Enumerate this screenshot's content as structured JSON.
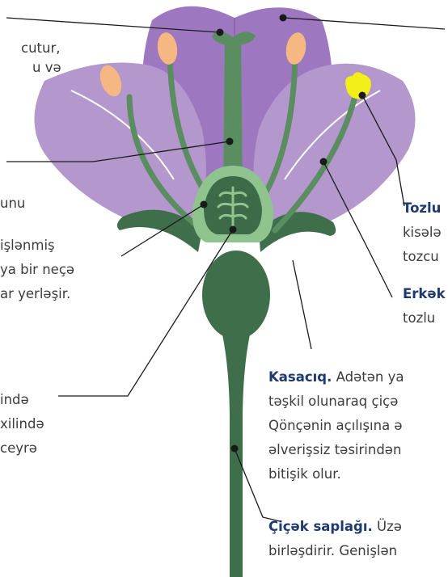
{
  "left_fragments": {
    "a1": "cutur,",
    "a2": "u və",
    "b1": "unu",
    "c1": "işlənmiş",
    "c2": "ya bir neçə",
    "c3": "ar yerləşir.",
    "d1": "ində",
    "d2": "xilində",
    "d3": "ceyrə"
  },
  "right_fragments": {
    "tozlu_title": "Tozlu",
    "tozlu_l2": "kisələ",
    "tozlu_l3": "tozcu",
    "erkek_title": "Erkək",
    "erkek_l2": "tozlu",
    "kasaciq_title": "Kasacıq.",
    "kasaciq_l1": "Adətən ya",
    "kasaciq_l2": "təşkil olunaraq çiçə",
    "kasaciq_l3": "Qönçənin açılışına ə",
    "kasaciq_l4": "əlverişsiz təsirindən",
    "kasaciq_l5": "bitişik olur.",
    "saplag_title": "Çiçək saplağı.",
    "saplag_l1": "Üzə",
    "saplag_l2": "birləşdirir. Genişlən"
  },
  "colors": {
    "petal_light": "#b397cd",
    "petal_back": "#9d78c0",
    "stem": "#3f6e4a",
    "filament": "#5a8d5f",
    "ovary_outer": "#8fc48e",
    "ovary_inner": "#3d6b47",
    "anther_orange": "#f6b883",
    "anther_yellow": "#f1ee18",
    "leader": "#1a1a1a"
  }
}
